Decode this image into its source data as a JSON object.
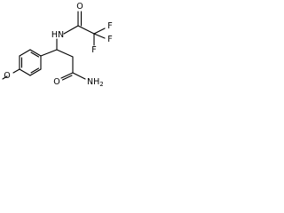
{
  "molecule": {
    "labels": {
      "amide_nh": "HN",
      "methoxy_o": "O",
      "carbonyl_o_top": "O",
      "carbonyl_o_bottom": "O",
      "amine": "NH",
      "amine_subscript": "2",
      "fluorine": "F"
    },
    "colors": {
      "bond": "#000000",
      "text": "#000000",
      "background": "#ffffff"
    }
  }
}
